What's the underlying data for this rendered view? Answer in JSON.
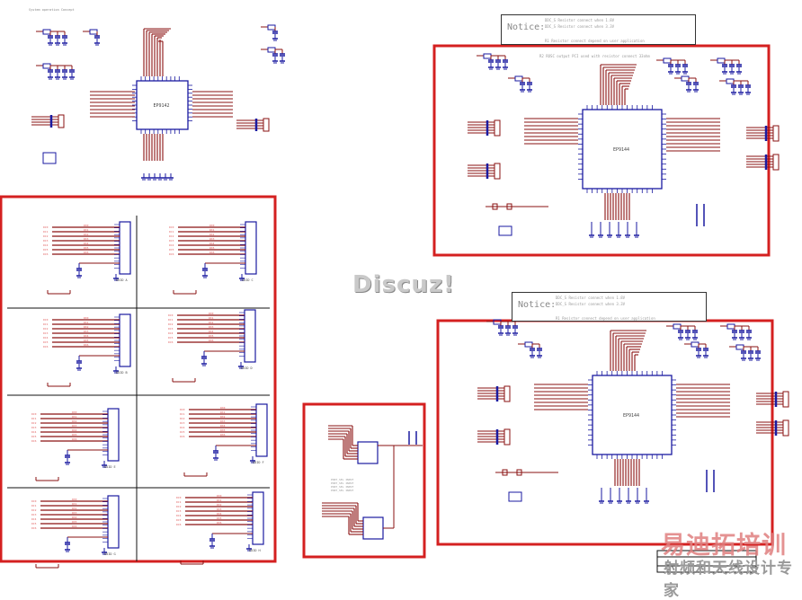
{
  "schematic": {
    "header_note": "System operation Concept",
    "chips": [
      {
        "id": "top-left",
        "label": "EP9142"
      },
      {
        "id": "top-right",
        "label": "EP9144"
      },
      {
        "id": "bottom-right",
        "label": "EP9144"
      }
    ],
    "notice": {
      "label": "Notice:",
      "lines": [
        "DDC_S Resistor connect when 1.8V",
        "DDC_S Resistor connect when 3.3V",
        "R1  Resistor connect depend on user application",
        "R2  ROSC output PCI used with resistor connect 33ohm"
      ]
    },
    "ports": [
      "EDID A",
      "EDID C",
      "EDID B",
      "EDID D",
      "EDID E",
      "EDID F",
      "EDID G",
      "EDID H"
    ],
    "colors": {
      "highlight": "#d42020",
      "wire": "#8a1010",
      "component": "#1a1aa0",
      "label": "#e06060"
    }
  },
  "watermark": {
    "forum": "Discuz!",
    "brand": "易迪拓培训",
    "slogan": "射频和天线设计专家"
  }
}
